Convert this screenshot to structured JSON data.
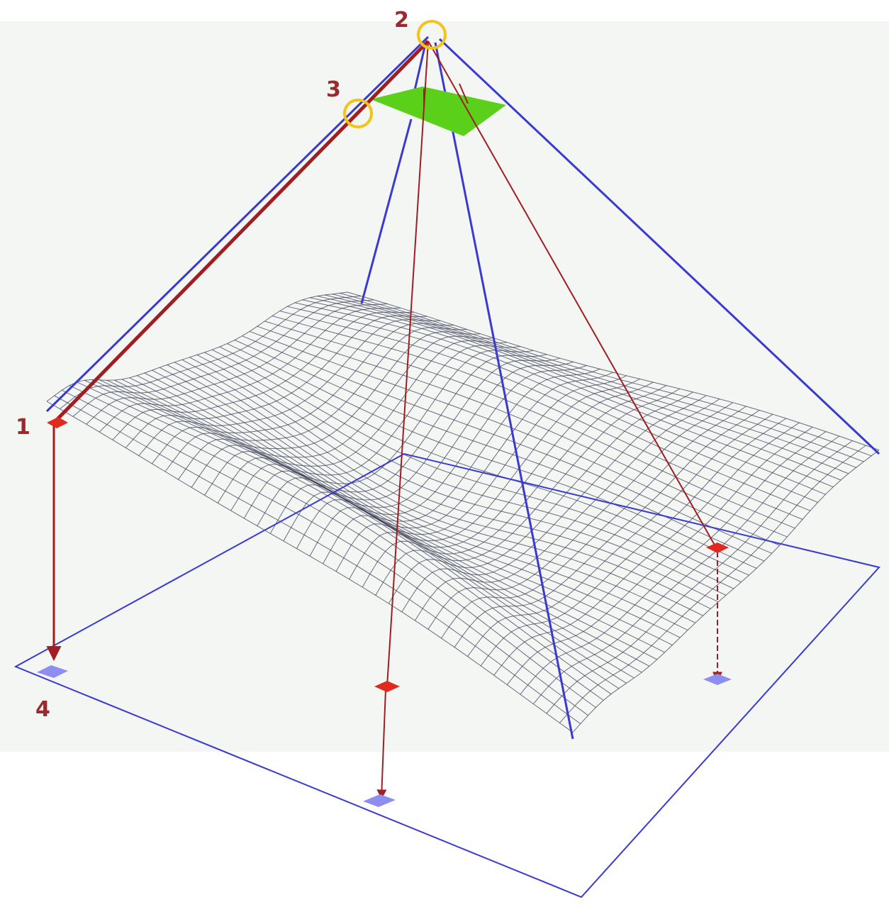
{
  "labels": {
    "one": "1",
    "two": "2",
    "three": "3",
    "four": "4"
  },
  "colors": {
    "background": "#f3f6f3",
    "mesh": "#3c3e55",
    "frame_line": "#3a3ad0",
    "ray": "#a01d22",
    "marker_red": "#e02a1f",
    "marker_blue": "#8e8ef0",
    "image_plane": "#5bd01a",
    "highlight_circle": "#f2c318",
    "label": "#9b2a2e"
  }
}
